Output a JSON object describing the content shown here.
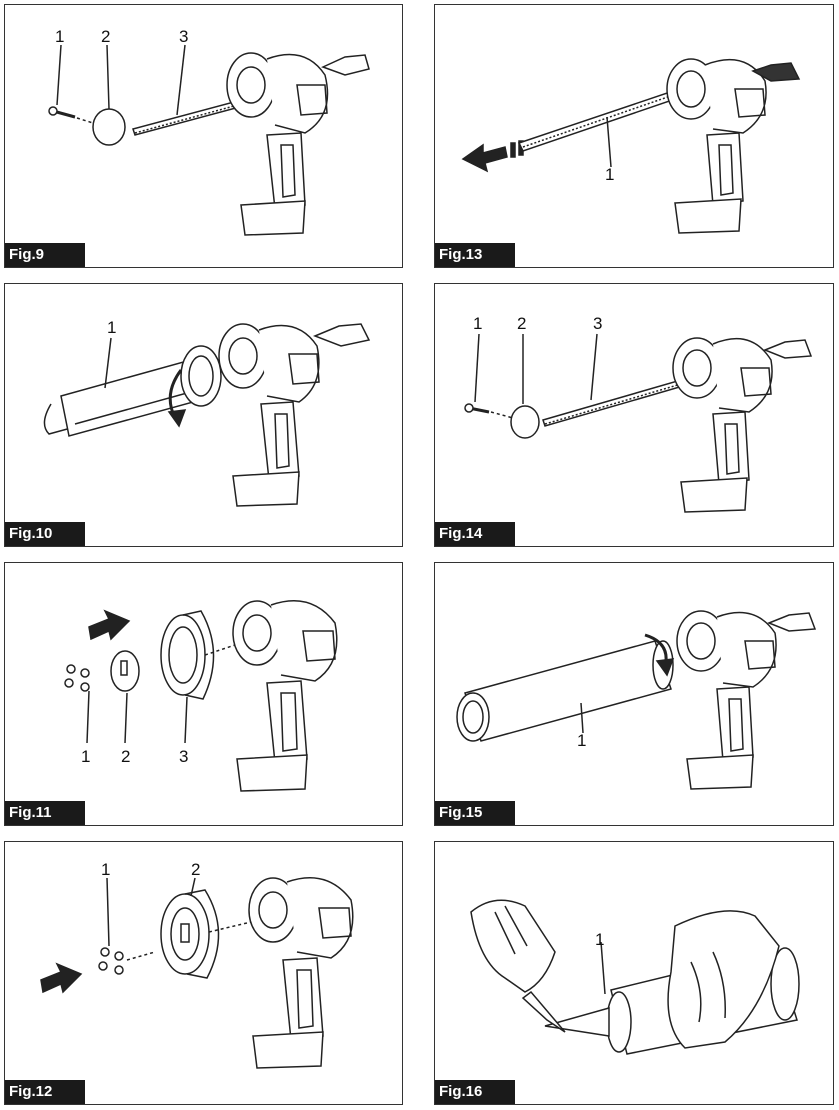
{
  "figures": [
    {
      "label": "Fig.9",
      "callouts": [
        "1",
        "2",
        "3"
      ]
    },
    {
      "label": "Fig.13",
      "callouts": [
        "1"
      ]
    },
    {
      "label": "Fig.10",
      "callouts": [
        "1"
      ]
    },
    {
      "label": "Fig.14",
      "callouts": [
        "1",
        "2",
        "3"
      ]
    },
    {
      "label": "Fig.11",
      "callouts": [
        "1",
        "2",
        "3"
      ]
    },
    {
      "label": "Fig.15",
      "callouts": [
        "1"
      ]
    },
    {
      "label": "Fig.12",
      "callouts": [
        "1",
        "2"
      ]
    },
    {
      "label": "Fig.16",
      "callouts": [
        "1"
      ]
    }
  ]
}
